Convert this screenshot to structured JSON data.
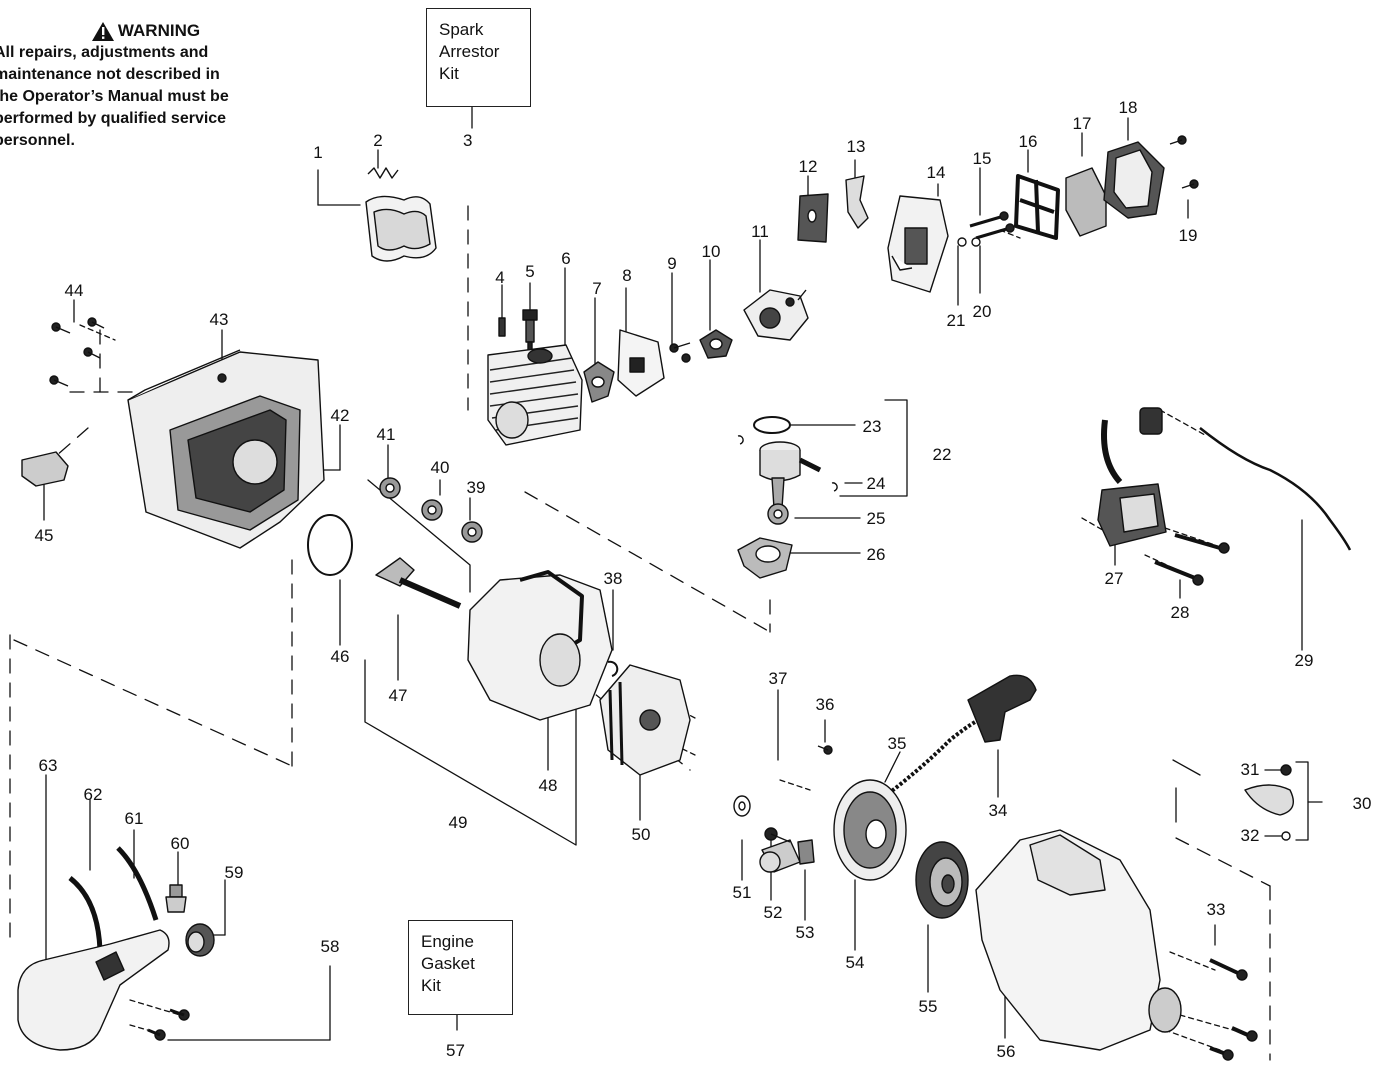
{
  "warning": {
    "heading": "WARNING",
    "icon": "warning-triangle-icon",
    "lines": [
      "All repairs, adjustments and",
      "maintenance not described in",
      "the Operator’s Manual must be",
      "performed by qualified service",
      "personnel."
    ]
  },
  "kits": {
    "spark_arrestor": {
      "lines": [
        "Spark",
        "Arrestor",
        "Kit"
      ],
      "ref": "3"
    },
    "engine_gasket": {
      "lines": [
        "Engine",
        "Gasket",
        "Kit"
      ],
      "ref": "57"
    }
  },
  "parts": [
    {
      "num": "1",
      "name": "muffler-cover"
    },
    {
      "num": "2",
      "name": "spring"
    },
    {
      "num": "4",
      "name": "screw"
    },
    {
      "num": "5",
      "name": "spark-plug"
    },
    {
      "num": "6",
      "name": "cylinder"
    },
    {
      "num": "7",
      "name": "gasket"
    },
    {
      "num": "8",
      "name": "insulator"
    },
    {
      "num": "9",
      "name": "screw"
    },
    {
      "num": "10",
      "name": "gasket"
    },
    {
      "num": "11",
      "name": "carburetor"
    },
    {
      "num": "12",
      "name": "gasket"
    },
    {
      "num": "13",
      "name": "choke-lever"
    },
    {
      "num": "14",
      "name": "air-box"
    },
    {
      "num": "15",
      "name": "screw"
    },
    {
      "num": "16",
      "name": "filter-frame"
    },
    {
      "num": "17",
      "name": "air-filter"
    },
    {
      "num": "18",
      "name": "air-filter-cover"
    },
    {
      "num": "19",
      "name": "screw"
    },
    {
      "num": "20",
      "name": "washer"
    },
    {
      "num": "21",
      "name": "washer"
    },
    {
      "num": "22",
      "name": "piston-kit"
    },
    {
      "num": "23",
      "name": "piston-ring"
    },
    {
      "num": "24",
      "name": "retainer"
    },
    {
      "num": "25",
      "name": "connecting-rod"
    },
    {
      "num": "26",
      "name": "gasket"
    },
    {
      "num": "27",
      "name": "ignition-module"
    },
    {
      "num": "28",
      "name": "screw"
    },
    {
      "num": "29",
      "name": "wire"
    },
    {
      "num": "30",
      "name": "clamp-kit"
    },
    {
      "num": "31",
      "name": "screw"
    },
    {
      "num": "32",
      "name": "nut"
    },
    {
      "num": "33",
      "name": "screw"
    },
    {
      "num": "34",
      "name": "starter-handle"
    },
    {
      "num": "35",
      "name": "starter-rope"
    },
    {
      "num": "36",
      "name": "screw"
    },
    {
      "num": "37",
      "name": "shoulder-bolt"
    },
    {
      "num": "38",
      "name": "retainer"
    },
    {
      "num": "39",
      "name": "bearing"
    },
    {
      "num": "40",
      "name": "bearing"
    },
    {
      "num": "41",
      "name": "bearing"
    },
    {
      "num": "42",
      "name": "engine-cover"
    },
    {
      "num": "43",
      "name": "screw"
    },
    {
      "num": "44",
      "name": "screws"
    },
    {
      "num": "45",
      "name": "clip"
    },
    {
      "num": "46",
      "name": "o-ring"
    },
    {
      "num": "47",
      "name": "crankshaft"
    },
    {
      "num": "48",
      "name": "crankcase"
    },
    {
      "num": "49",
      "name": "crankcase-assembly"
    },
    {
      "num": "50",
      "name": "flywheel"
    },
    {
      "num": "51",
      "name": "washer"
    },
    {
      "num": "52",
      "name": "screw"
    },
    {
      "num": "53",
      "name": "washer"
    },
    {
      "num": "54",
      "name": "pulley"
    },
    {
      "num": "55",
      "name": "rewind-spring"
    },
    {
      "num": "56",
      "name": "housing"
    },
    {
      "num": "58",
      "name": "screw"
    },
    {
      "num": "59",
      "name": "cap"
    },
    {
      "num": "60",
      "name": "fuel-filter"
    },
    {
      "num": "61",
      "name": "fuel-line"
    },
    {
      "num": "62",
      "name": "fuel-line"
    },
    {
      "num": "63",
      "name": "fuel-tank"
    }
  ]
}
